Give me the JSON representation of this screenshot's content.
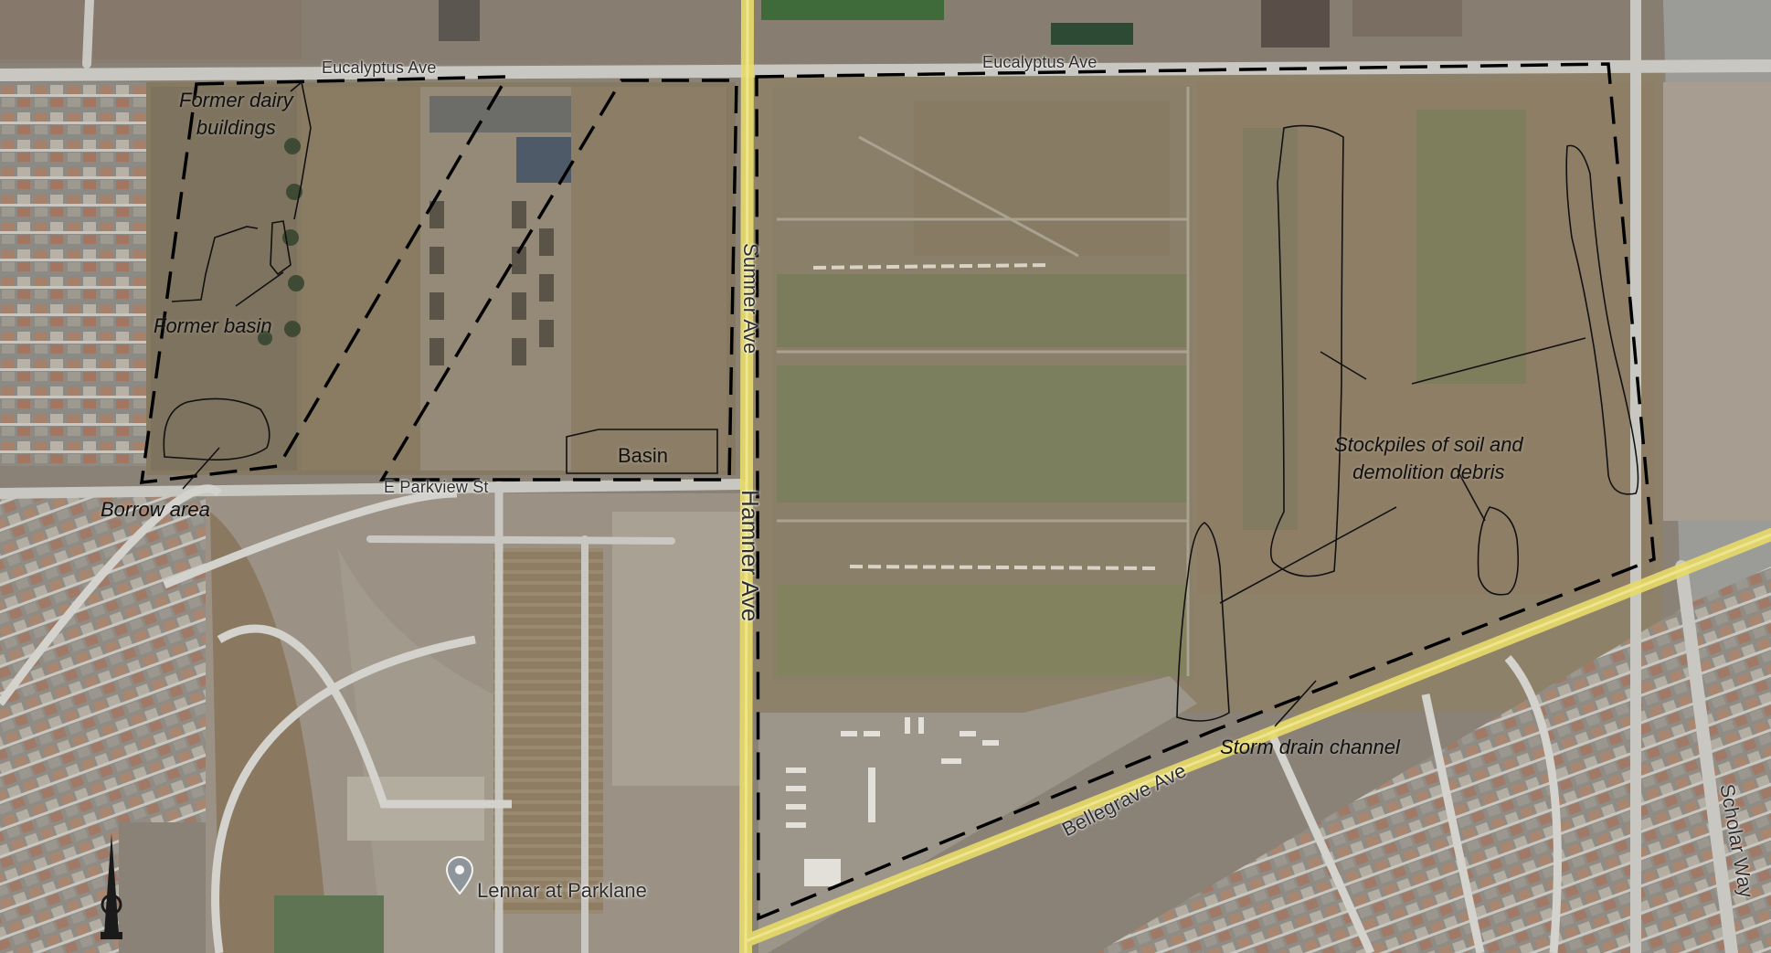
{
  "streets": {
    "eucalyptus_west": "Eucalyptus Ave",
    "eucalyptus_east": "Eucalyptus Ave",
    "parkview": "E Parkview St",
    "sumner": "Sumner Ave",
    "hamner": "Hamner Ave",
    "bellegrave": "Bellegrave Ave",
    "scholar": "Scholar Way"
  },
  "annotations": {
    "former_dairy_line1": "Former dairy",
    "former_dairy_line2": "buildings",
    "former_basin": "Former basin",
    "borrow_area": "Borrow area",
    "basin": "Basin",
    "stockpiles_line1": "Stockpiles of soil and",
    "stockpiles_line2": "demolition debris",
    "storm_drain": "Storm drain channel"
  },
  "poi": {
    "name": "Lennar at Parklane",
    "icon": "location-pin-icon"
  },
  "compass": {
    "icon": "north-arrow-icon"
  },
  "colors": {
    "highlight_road": "#e6d96a",
    "boundary": "#000000",
    "annotation_outline": "#111111"
  }
}
